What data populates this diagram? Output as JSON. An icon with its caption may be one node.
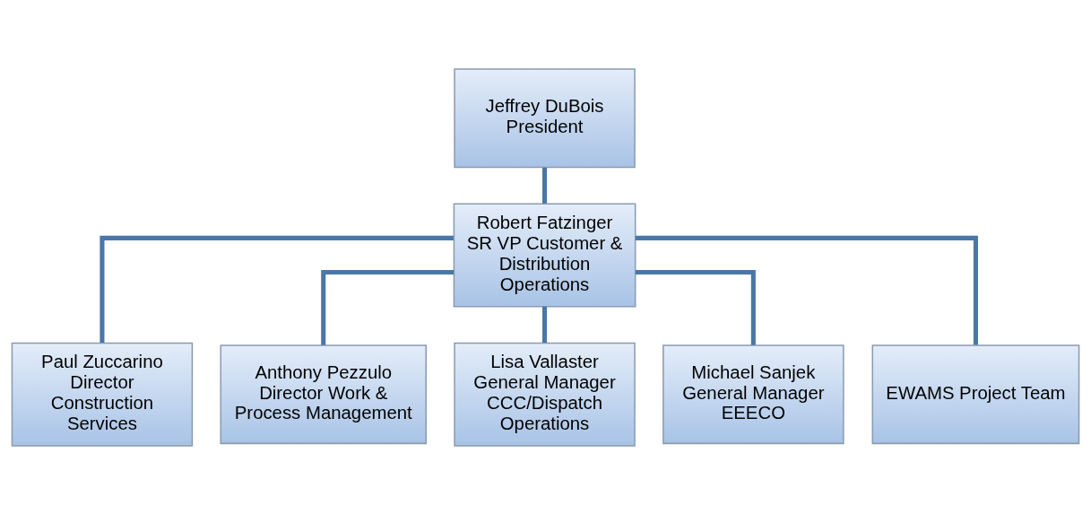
{
  "diagram": {
    "nodes": [
      {
        "text": [
          "Jeffrey DuBois",
          "President"
        ]
      },
      {
        "text": [
          "Robert Fatzinger",
          "SR VP Customer & Distribution Operations"
        ]
      },
      {
        "text": [
          "Paul Zuccarino",
          "Director Construction Services"
        ]
      },
      {
        "text": [
          "Anthony Pezzulo",
          "Director Work & Process Management"
        ]
      },
      {
        "text": [
          "Lisa Vallaster",
          "General Manager CCC/Dispatch Operations"
        ]
      },
      {
        "text": [
          "Michael Sanjek",
          "General Manager EEECO"
        ]
      },
      {
        "text": [
          "EWAMS Project Team"
        ]
      }
    ],
    "edges": [
      {
        "from": 0,
        "to": 1,
        "arrow": "none"
      },
      {
        "from": 1,
        "to": 2,
        "arrow": "none"
      },
      {
        "from": 1,
        "to": 3,
        "arrow": "none"
      },
      {
        "from": 1,
        "to": 4,
        "arrow": "none"
      },
      {
        "from": 1,
        "to": 5,
        "arrow": "none"
      },
      {
        "from": 1,
        "to": 6,
        "arrow": "none"
      }
    ]
  }
}
